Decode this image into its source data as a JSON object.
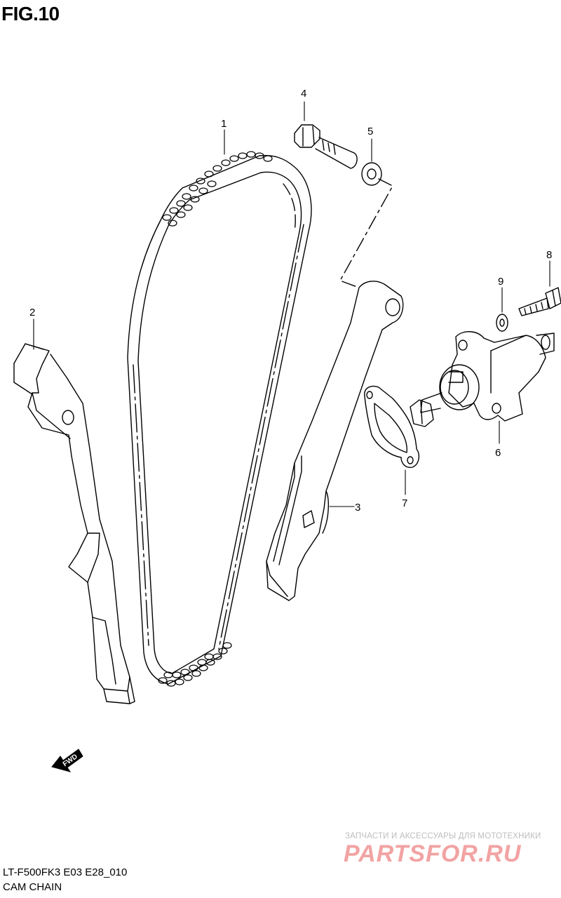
{
  "figure": {
    "title": "FIG.10"
  },
  "callouts": {
    "c1": "1",
    "c2": "2",
    "c3": "3",
    "c4": "4",
    "c5": "5",
    "c6": "6",
    "c7": "7",
    "c8": "8",
    "c9": "9"
  },
  "fwd_mark": "FWD",
  "watermark": {
    "tagline": "ЗАПЧАСТИ И АКСЕССУАРЫ ДЛЯ МОТОТЕХНИКИ",
    "logo": "PARTSFOR.RU",
    "color": "#f2a3a3"
  },
  "footer": {
    "model_code": "LT-F500FK3 E03 E28_010",
    "caption": "CAM CHAIN"
  }
}
